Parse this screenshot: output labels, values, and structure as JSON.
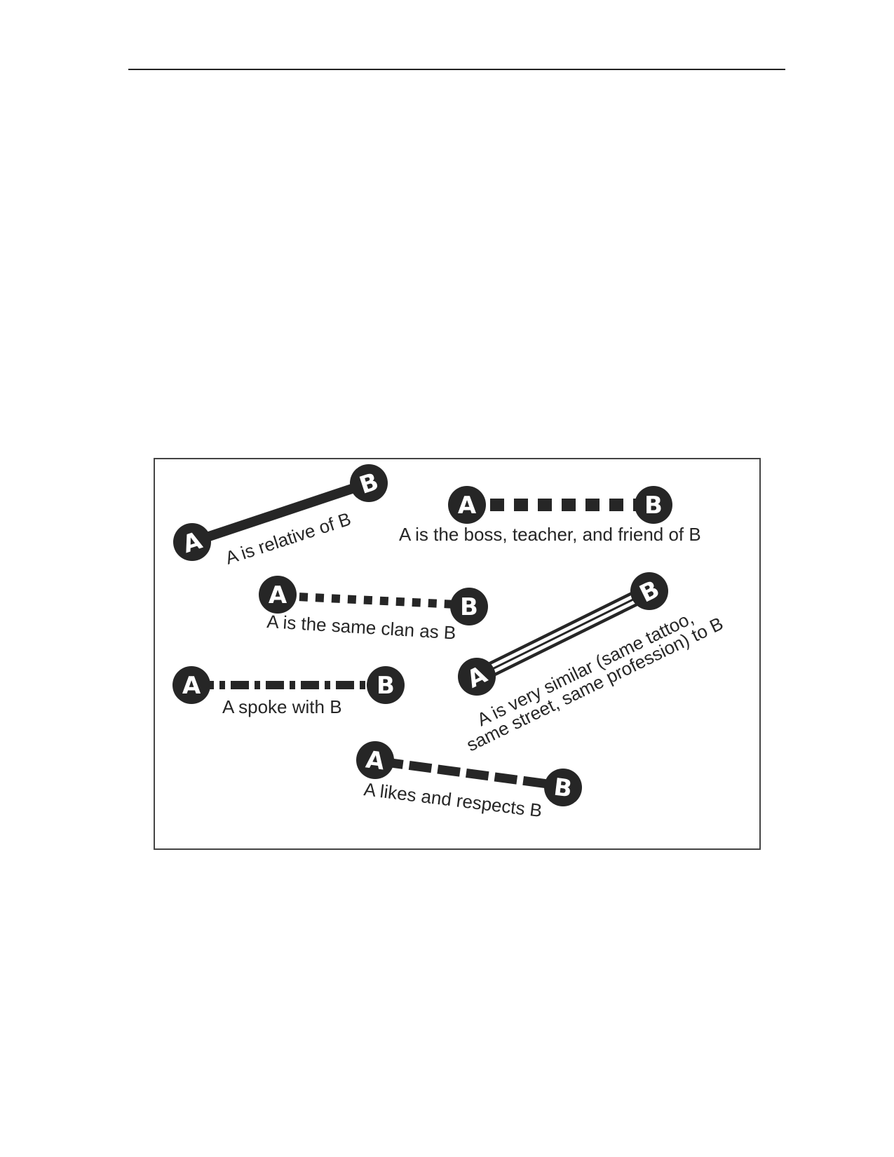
{
  "colors": {
    "ink": "#262626",
    "paper": "#ffffff",
    "rule": "#222222"
  },
  "relations": [
    {
      "id": "relative",
      "style": "thick-solid",
      "label": [
        "A is relative of B"
      ]
    },
    {
      "id": "boss-teacher-friend",
      "style": "block-dashed",
      "label": [
        "A is the boss, teacher, and friend of B"
      ]
    },
    {
      "id": "same-clan",
      "style": "dotted-squares",
      "label": [
        "A is the same clan as B"
      ]
    },
    {
      "id": "very-similar",
      "style": "triple-line",
      "label": [
        "A is very similar (same tattoo,",
        "same street, same profession) to B"
      ]
    },
    {
      "id": "spoke-with",
      "style": "dash-dot",
      "label": [
        "A spoke with B"
      ]
    },
    {
      "id": "likes-respects",
      "style": "long-dashed",
      "label": [
        "A likes and respects B"
      ]
    }
  ],
  "node_labels": {
    "a": "A",
    "b": "B"
  }
}
